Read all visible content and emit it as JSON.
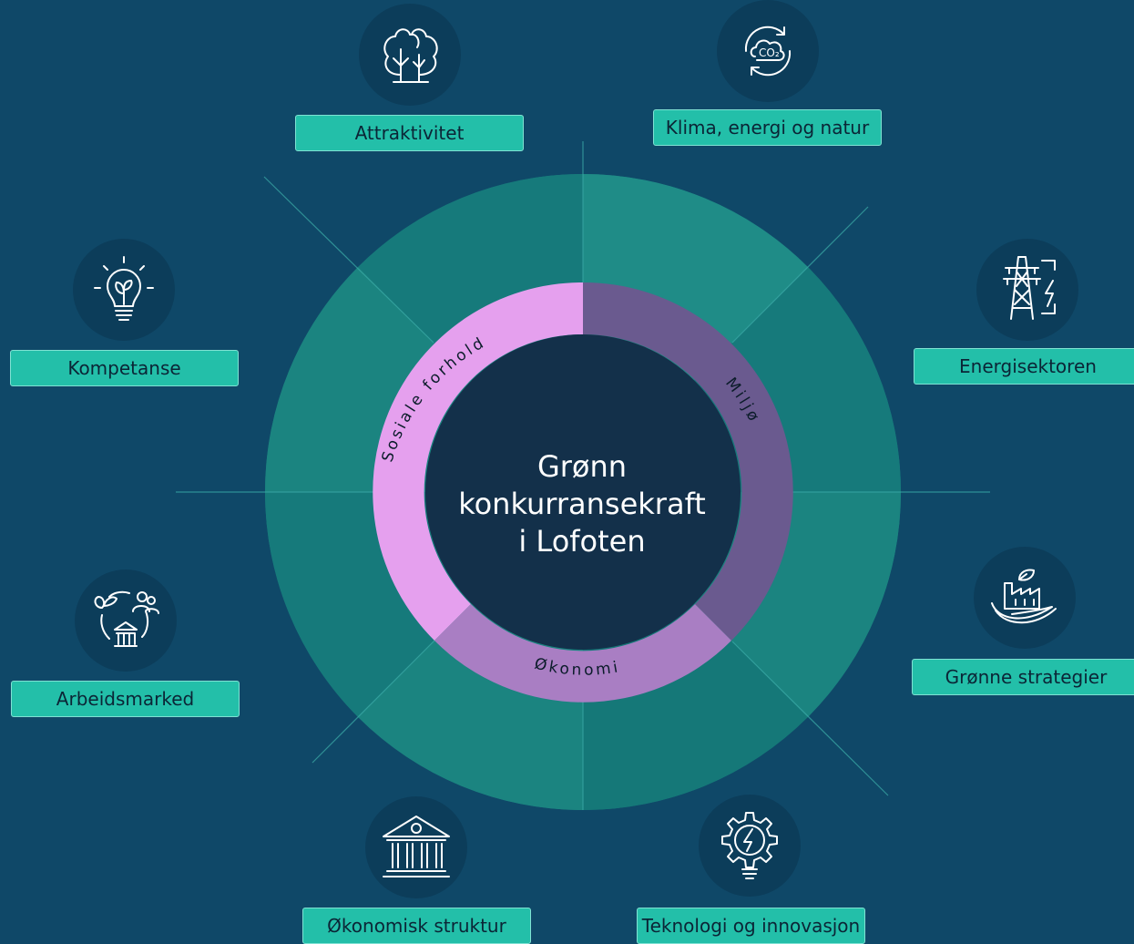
{
  "center": {
    "line1": "Grønn",
    "line2": "konkurransekraft",
    "line3": "i Lofoten"
  },
  "ring": {
    "social": "Sosiale forhold",
    "environment": "Miljø",
    "economy": "Økonomi"
  },
  "items": {
    "attraktivitet": "Attraktivitet",
    "klima": "Klima, energi og natur",
    "kompetanse": "Kompetanse",
    "energisektoren": "Energisektoren",
    "arbeidsmarked": "Arbeidsmarked",
    "gronne": "Grønne strategier",
    "okonomisk": "Økonomisk struktur",
    "teknologi": "Teknologi og innovasjon"
  },
  "colors": {
    "background": "#0f4868",
    "outer_ring": "#1b8480",
    "social": "#e5a0ee",
    "environment": "#6a5a8f",
    "economy": "#a97ec3",
    "center": "#13304a",
    "label": "#23bfa9"
  }
}
